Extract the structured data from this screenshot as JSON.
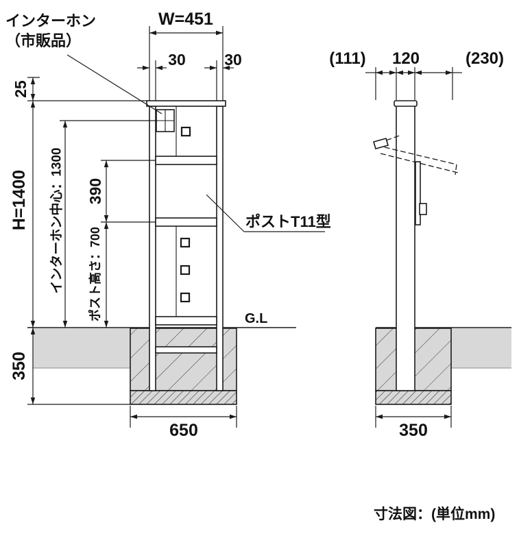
{
  "caption": "寸法図：(単位mm)",
  "labels": {
    "intercom_line1": "インターホン",
    "intercom_line2": "（市販品）",
    "post_model": "ポストT11型",
    "ground_level": "G.L"
  },
  "front_dimensions": {
    "total_width": "W=451",
    "side_margin_left": "30",
    "side_margin_right": "30",
    "cap_offset": "25",
    "total_height": "H=1400",
    "intercom_center_height": "インターホン中心：1300",
    "panel_opening": "390",
    "post_height": "ポスト高さ：700",
    "foundation_depth": "350",
    "foundation_width": "650"
  },
  "side_dimensions": {
    "front_offset": "(111)",
    "post_depth": "120",
    "rear_offset": "(230)",
    "foundation_width": "350"
  },
  "colors": {
    "line": "#1a1a1a",
    "ground_fill": "#d8d8d8"
  }
}
